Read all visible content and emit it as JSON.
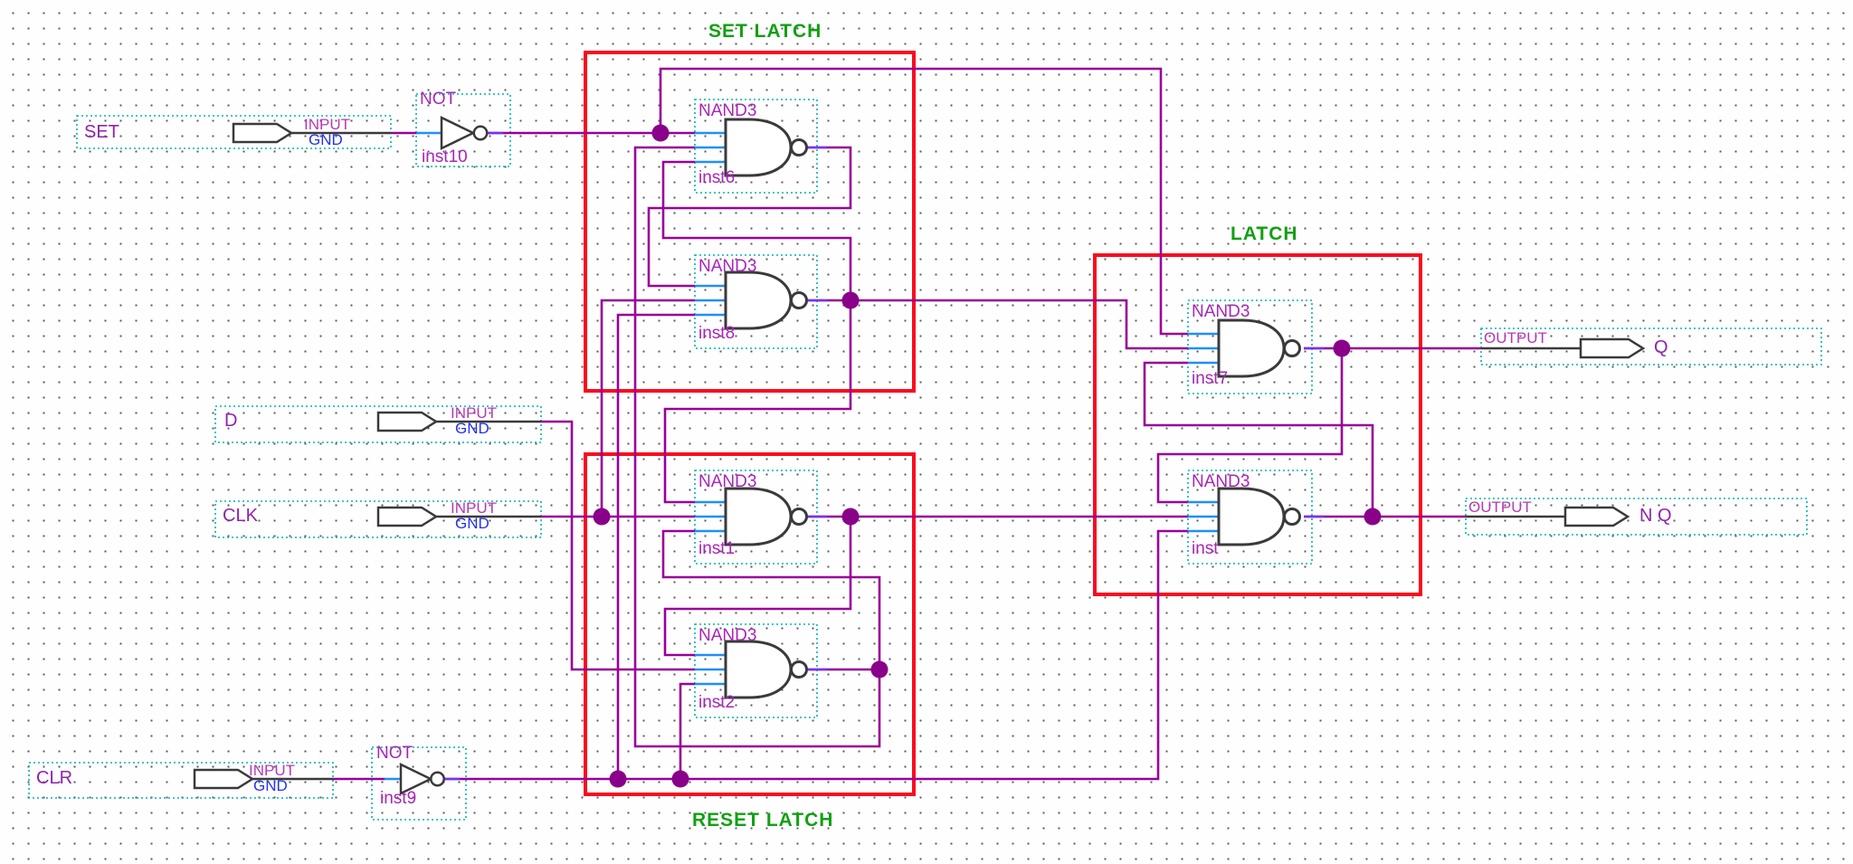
{
  "block_labels": {
    "set_latch": "SET LATCH",
    "reset_latch": "RESET LATCH",
    "latch": "LATCH"
  },
  "pins": {
    "set": {
      "name": "SET",
      "type": "INPUT",
      "net": "GND"
    },
    "d": {
      "name": "D",
      "type": "INPUT",
      "net": "GND"
    },
    "clk": {
      "name": "CLK",
      "type": "INPUT",
      "net": "GND"
    },
    "clr": {
      "name": "CLR",
      "type": "INPUT",
      "net": "GND"
    },
    "q": {
      "name": "Q",
      "type": "OUTPUT"
    },
    "nq": {
      "name": "N Q",
      "type": "OUTPUT"
    }
  },
  "gates": {
    "inst10": {
      "type": "NOT",
      "instance": "inst10"
    },
    "inst9": {
      "type": "NOT",
      "instance": "inst9"
    },
    "inst6": {
      "type": "NAND3",
      "instance": "inst6"
    },
    "inst8": {
      "type": "NAND3",
      "instance": "inst8"
    },
    "inst1": {
      "type": "NAND3",
      "instance": "inst1"
    },
    "inst2": {
      "type": "NAND3",
      "instance": "inst2"
    },
    "inst7": {
      "type": "NAND3",
      "instance": "inst7"
    },
    "inst": {
      "type": "NAND3",
      "instance": "inst"
    }
  },
  "colors": {
    "wire": "#990099",
    "pin_stub_blue": "#1e8fff",
    "output_stub_violet": "#7733ee",
    "junction": "#8a0189",
    "group_box_red": "#fa0a1e",
    "selection_teal": "#00b5ad",
    "symbol_outline": "#3a3a3a",
    "label_green": "#12a012",
    "label_purple": "#a826b8",
    "gnd_blue": "#2233ee"
  }
}
